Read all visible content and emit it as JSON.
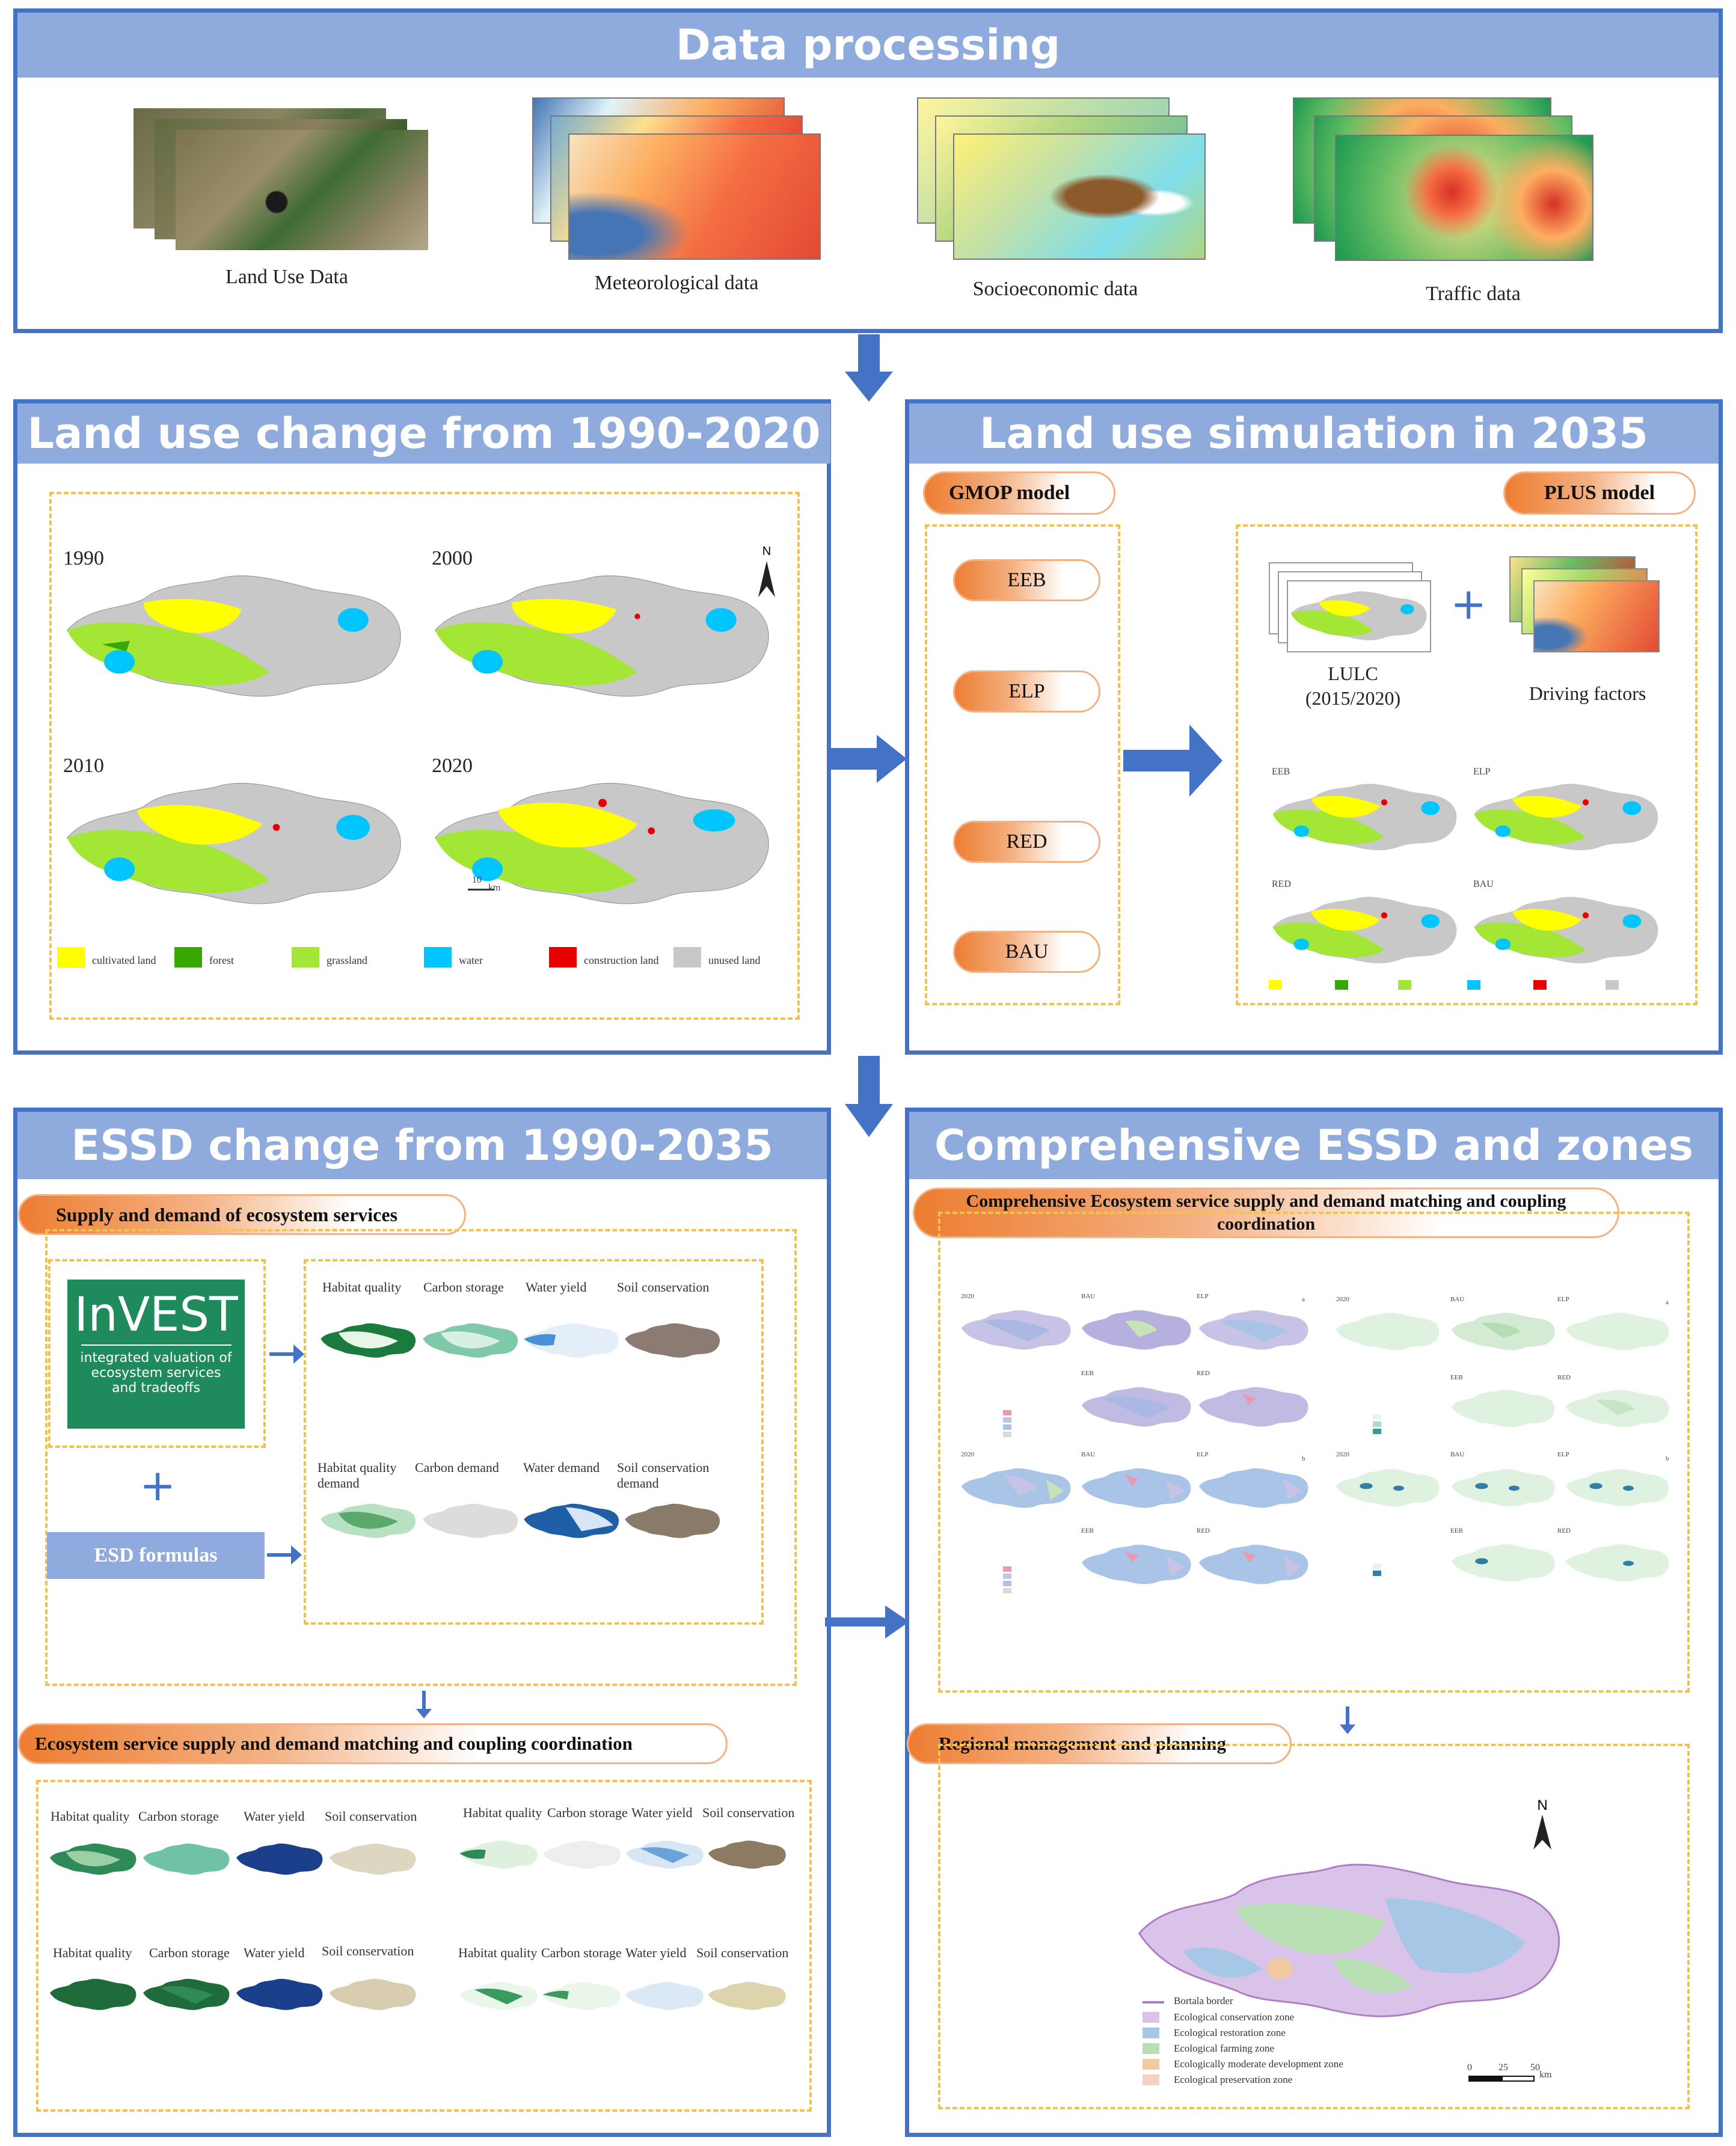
{
  "sections": {
    "data_processing": "Data processing",
    "land_use_change": "Land use change from 1990-2020",
    "land_use_sim": "Land use simulation in 2035",
    "essd_change": "ESSD change from 1990-2035",
    "comprehensive": "Comprehensive ESSD and zones"
  },
  "data_items": [
    "Land Use Data",
    "Meteorological data",
    "Socioeconomic data",
    "Traffic data"
  ],
  "luc": {
    "years": [
      "1990",
      "2000",
      "2010",
      "2020"
    ],
    "north": "N",
    "scale": "10",
    "scale_unit": "km",
    "legend": [
      "cultivated land",
      "forest",
      "grassland",
      "water",
      "construction land",
      "unused land"
    ],
    "legend_colors": [
      "#ffff00",
      "#38a800",
      "#a3e635",
      "#00c5ff",
      "#e60000",
      "#c8c8c8"
    ]
  },
  "sim": {
    "gmop": "GMOP model",
    "plus": "PLUS model",
    "scenarios": [
      "EEB",
      "ELP",
      "RED",
      "BAU"
    ],
    "lulc": "LULC",
    "lulc_years": "(2015/2020)",
    "plus_sign": "+",
    "driving": "Driving factors",
    "map_labels": [
      "EEB",
      "ELP",
      "RED",
      "BAU"
    ]
  },
  "essd": {
    "supply_demand": "Supply and demand of ecosystem services",
    "invest_title": "InVEST",
    "invest_sub": [
      "integrated valuation of",
      "ecosystem services",
      "and tradeoffs"
    ],
    "plus_sign": "+",
    "esd": "ESD formulas",
    "supply_labels": [
      "Habitat quality",
      "Carbon storage",
      "Water yield",
      "Soil conservation"
    ],
    "demand_labels": [
      "Habitat quality demand",
      "Carbon demand",
      "Water demand",
      "Soil conservation demand"
    ],
    "coupling": "Ecosystem service supply and demand  matching and coupling coordination",
    "grid_labels_left": [
      "Habitat quality",
      "Carbon  storage",
      "Water yield",
      "Soil conservation"
    ],
    "grid_labels_right": [
      "Habitat quality",
      "Carbon  storage",
      "Water yield",
      "Soil conservation"
    ]
  },
  "comp": {
    "title_pill": "Comprehensive Ecosystem service supply and demand  matching and coupling coordination",
    "panel_a": "a",
    "panel_b": "b",
    "small_labels": [
      "2020",
      "BAU",
      "ELP",
      "EEB",
      "RED"
    ],
    "regional": "Regional management and planning",
    "north": "N",
    "legend": [
      "Bortala border",
      "Ecological conservation zone",
      "Ecological restoration zone",
      "Ecological farming zone",
      "Ecologically moderate development zone",
      "Ecological preservation zone"
    ],
    "legend_colors": [
      "#b07cc6",
      "#d9c3e8",
      "#a7c7e7",
      "#b7dfb3",
      "#f2c9a0",
      "#f5d0c5"
    ],
    "scale_ticks": [
      "0",
      "25",
      "50"
    ],
    "scale_unit": "km"
  },
  "colors": {
    "banner": "#8faadc",
    "border": "#4472c4",
    "arrow": "#4472c4",
    "dash": "#f2c14e",
    "pill": "#ed7d31"
  }
}
